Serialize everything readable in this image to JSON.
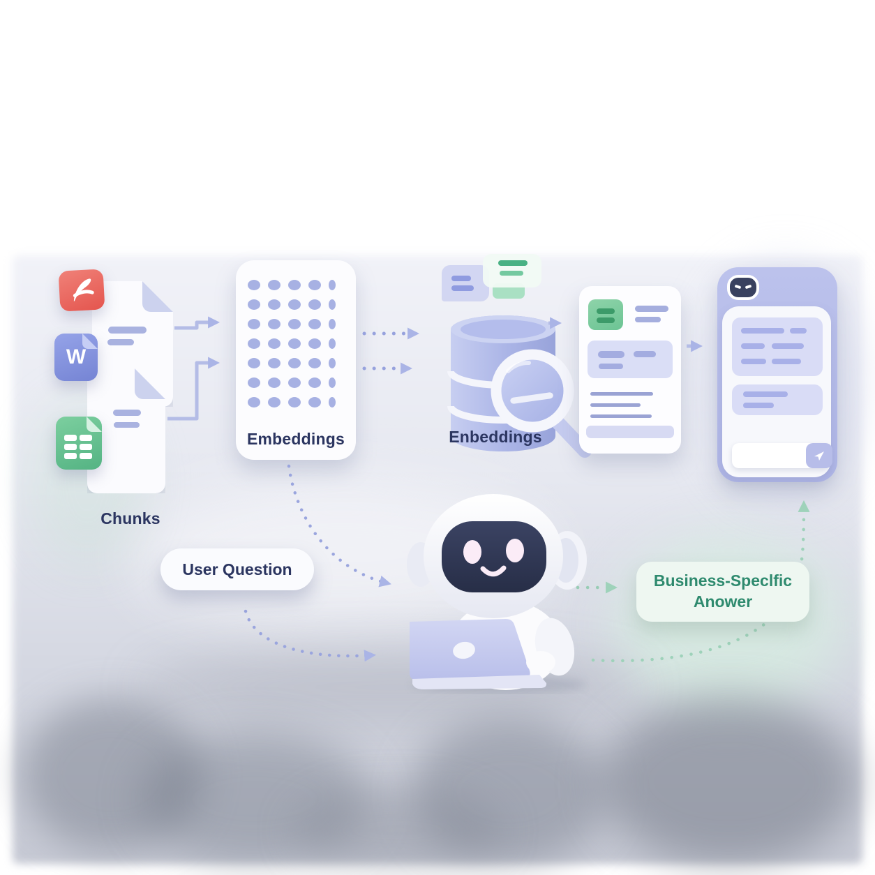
{
  "illustration": {
    "stage_labels": {
      "chunks": "Chunks",
      "embeddings": "Embeddings",
      "enbeddings": "Enbeddings"
    },
    "pills": {
      "user_question": "User Question",
      "answer_line1": "Business-Speclfic",
      "answer_line2": "Anower"
    },
    "file_icons": {
      "word_letter": "W",
      "types": [
        "pdf",
        "word",
        "spreadsheet"
      ]
    },
    "icons": {
      "database_search": "magnifier-over-database",
      "assistant": "robot-face",
      "send": "paper-plane"
    },
    "colors": {
      "label_text": "#2b3560",
      "answer_text": "#2e8a6e",
      "accent_lavender": "#a7b1e3",
      "pdf_red": "#e4554e",
      "word_blue": "#7584d4",
      "sheet_green": "#54b383",
      "bubble_green": "#49b184",
      "teal_dotted": "#9ed2ba",
      "robot_face": "#323a57"
    }
  }
}
